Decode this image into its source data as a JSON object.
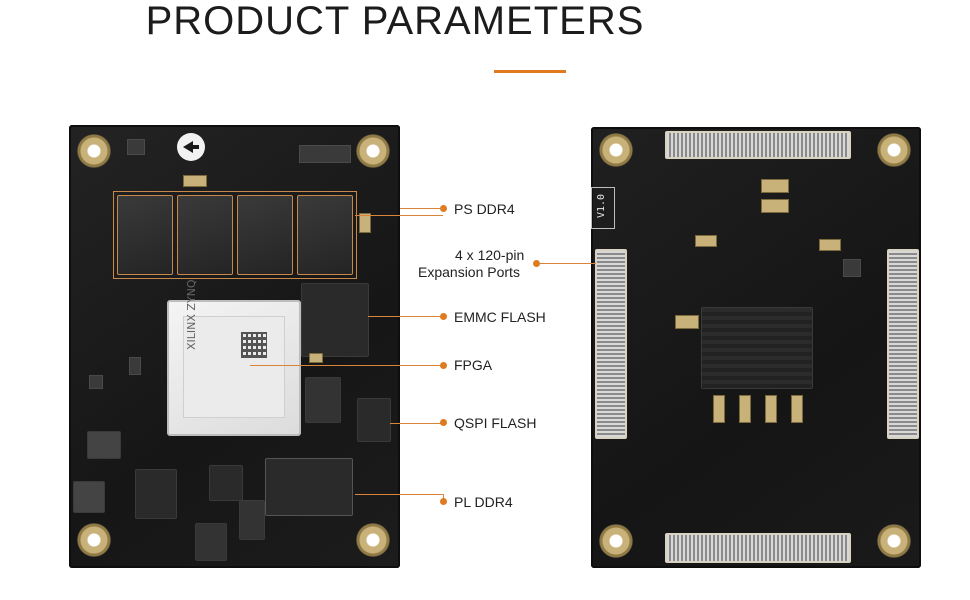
{
  "page": {
    "title": "PRODUCT PARAMETERS",
    "accent_color": "#e07a1f"
  },
  "front_board": {
    "fpga_marking": "XILINX ZYNQ",
    "callouts": [
      {
        "label": "PS DDR4"
      },
      {
        "label": "EMMC FLASH"
      },
      {
        "label": "FPGA"
      },
      {
        "label": "QSPI FLASH"
      },
      {
        "label": "PL DDR4"
      }
    ]
  },
  "back_board": {
    "version": "V1.0",
    "callout": {
      "line1": "4 x 120-pin",
      "line2": "Expansion Ports"
    }
  }
}
